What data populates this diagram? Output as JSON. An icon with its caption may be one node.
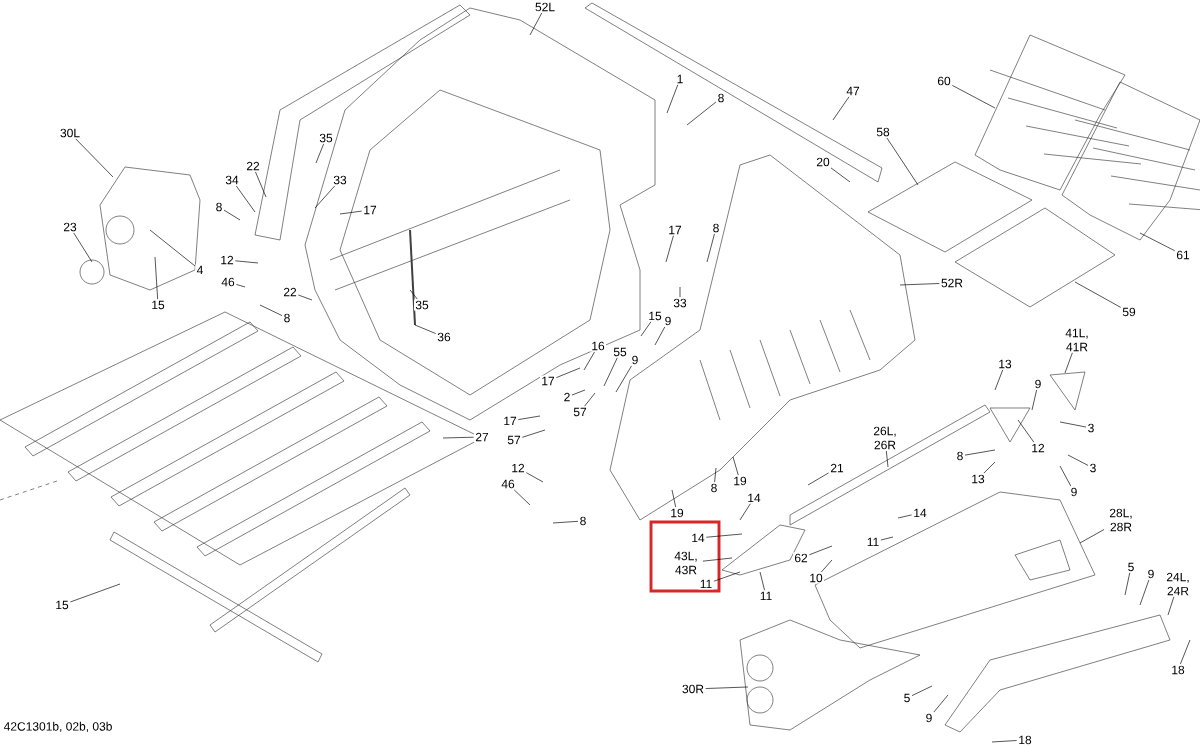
{
  "diagram": {
    "nodes": [
      {
        "text": [
          "52L"
        ]
      },
      {
        "text": [
          "1"
        ]
      },
      {
        "text": [
          "8"
        ]
      },
      {
        "text": [
          "47"
        ]
      },
      {
        "text": [
          "60"
        ]
      },
      {
        "text": [
          "58"
        ]
      },
      {
        "text": [
          "30L"
        ]
      },
      {
        "text": [
          "35"
        ]
      },
      {
        "text": [
          "20"
        ]
      },
      {
        "text": [
          "22"
        ]
      },
      {
        "text": [
          "34"
        ]
      },
      {
        "text": [
          "33"
        ]
      },
      {
        "text": [
          "8"
        ]
      },
      {
        "text": [
          "17"
        ]
      },
      {
        "text": [
          "23"
        ]
      },
      {
        "text": [
          "17"
        ]
      },
      {
        "text": [
          "8"
        ]
      },
      {
        "text": [
          "4"
        ]
      },
      {
        "text": [
          "61"
        ]
      },
      {
        "text": [
          "12"
        ]
      },
      {
        "text": [
          "46"
        ]
      },
      {
        "text": [
          "52R"
        ]
      },
      {
        "text": [
          "22"
        ]
      },
      {
        "text": [
          "33"
        ]
      },
      {
        "text": [
          "15"
        ]
      },
      {
        "text": [
          "35"
        ]
      },
      {
        "text": [
          "59"
        ]
      },
      {
        "text": [
          "8"
        ]
      },
      {
        "text": [
          "15"
        ]
      },
      {
        "text": [
          "9"
        ]
      },
      {
        "text": [
          "36"
        ]
      },
      {
        "text": [
          "41L, 41R"
        ]
      },
      {
        "text": [
          "16"
        ]
      },
      {
        "text": [
          "55"
        ]
      },
      {
        "text": [
          "9"
        ]
      },
      {
        "text": [
          "13"
        ]
      },
      {
        "text": [
          "17"
        ]
      },
      {
        "text": [
          "2"
        ]
      },
      {
        "text": [
          "9"
        ]
      },
      {
        "text": [
          "57"
        ]
      },
      {
        "text": [
          "17"
        ]
      },
      {
        "text": [
          "57"
        ]
      },
      {
        "text": [
          "27"
        ]
      },
      {
        "text": [
          "3"
        ]
      },
      {
        "text": [
          "26L, 26R"
        ]
      },
      {
        "text": [
          "12"
        ]
      },
      {
        "text": [
          "8"
        ]
      },
      {
        "text": [
          "12"
        ]
      },
      {
        "text": [
          "21"
        ]
      },
      {
        "text": [
          "8"
        ]
      },
      {
        "text": [
          "3"
        ]
      },
      {
        "text": [
          "46"
        ]
      },
      {
        "text": [
          "19"
        ]
      },
      {
        "text": [
          "13"
        ]
      },
      {
        "text": [
          "9"
        ]
      },
      {
        "text": [
          "8"
        ]
      },
      {
        "text": [
          "14"
        ]
      },
      {
        "text": [
          "19"
        ]
      },
      {
        "text": [
          "14"
        ]
      },
      {
        "text": [
          "28L, 28R"
        ]
      },
      {
        "text": [
          "14"
        ]
      },
      {
        "text": [
          "11"
        ]
      },
      {
        "text": [
          "62"
        ]
      },
      {
        "text": [
          "43L, 43R"
        ]
      },
      {
        "text": [
          "5"
        ]
      },
      {
        "text": [
          "10"
        ]
      },
      {
        "text": [
          "9"
        ]
      },
      {
        "text": [
          "11"
        ]
      },
      {
        "text": [
          "11"
        ]
      },
      {
        "text": [
          "24L, 24R"
        ]
      },
      {
        "text": [
          "15"
        ]
      },
      {
        "text": [
          "18"
        ]
      },
      {
        "text": [
          "30R"
        ]
      },
      {
        "text": [
          "5"
        ]
      },
      {
        "text": [
          "9"
        ]
      },
      {
        "text": [
          "18"
        ]
      }
    ],
    "edges": [
      {
        "from": 0,
        "to": null,
        "arrow": "none"
      },
      {
        "from": 1,
        "to": null,
        "arrow": "none"
      },
      {
        "from": 2,
        "to": null,
        "arrow": "none"
      },
      {
        "from": 3,
        "to": null,
        "arrow": "none"
      },
      {
        "from": 4,
        "to": null,
        "arrow": "none"
      },
      {
        "from": 5,
        "to": null,
        "arrow": "none"
      },
      {
        "from": 6,
        "to": null,
        "arrow": "none"
      },
      {
        "from": 7,
        "to": null,
        "arrow": "none"
      },
      {
        "from": 8,
        "to": null,
        "arrow": "none"
      },
      {
        "from": 9,
        "to": null,
        "arrow": "none"
      },
      {
        "from": 10,
        "to": null,
        "arrow": "none"
      },
      {
        "from": 11,
        "to": null,
        "arrow": "none"
      },
      {
        "from": 12,
        "to": null,
        "arrow": "none"
      },
      {
        "from": 13,
        "to": null,
        "arrow": "none"
      },
      {
        "from": 14,
        "to": null,
        "arrow": "none"
      },
      {
        "from": 15,
        "to": null,
        "arrow": "none"
      },
      {
        "from": 16,
        "to": null,
        "arrow": "none"
      },
      {
        "from": 17,
        "to": null,
        "arrow": "none"
      },
      {
        "from": 18,
        "to": null,
        "arrow": "none"
      },
      {
        "from": 19,
        "to": null,
        "arrow": "none"
      },
      {
        "from": 20,
        "to": null,
        "arrow": "none"
      },
      {
        "from": 21,
        "to": null,
        "arrow": "none"
      },
      {
        "from": 22,
        "to": null,
        "arrow": "none"
      },
      {
        "from": 23,
        "to": null,
        "arrow": "none"
      },
      {
        "from": 24,
        "to": null,
        "arrow": "none"
      },
      {
        "from": 25,
        "to": null,
        "arrow": "none"
      },
      {
        "from": 26,
        "to": null,
        "arrow": "none"
      },
      {
        "from": 27,
        "to": null,
        "arrow": "none"
      },
      {
        "from": 28,
        "to": null,
        "arrow": "none"
      },
      {
        "from": 29,
        "to": null,
        "arrow": "none"
      },
      {
        "from": 30,
        "to": null,
        "arrow": "none"
      },
      {
        "from": 31,
        "to": null,
        "arrow": "none"
      },
      {
        "from": 32,
        "to": null,
        "arrow": "none"
      },
      {
        "from": 33,
        "to": null,
        "arrow": "none"
      },
      {
        "from": 34,
        "to": null,
        "arrow": "none"
      },
      {
        "from": 35,
        "to": null,
        "arrow": "none"
      },
      {
        "from": 36,
        "to": null,
        "arrow": "none"
      },
      {
        "from": 37,
        "to": null,
        "arrow": "none"
      },
      {
        "from": 38,
        "to": null,
        "arrow": "none"
      },
      {
        "from": 39,
        "to": null,
        "arrow": "none"
      },
      {
        "from": 40,
        "to": null,
        "arrow": "none"
      },
      {
        "from": 41,
        "to": null,
        "arrow": "none"
      },
      {
        "from": 42,
        "to": null,
        "arrow": "none"
      },
      {
        "from": 43,
        "to": null,
        "arrow": "none"
      },
      {
        "from": 44,
        "to": null,
        "arrow": "none"
      },
      {
        "from": 45,
        "to": null,
        "arrow": "none"
      },
      {
        "from": 46,
        "to": null,
        "arrow": "none"
      },
      {
        "from": 47,
        "to": null,
        "arrow": "none"
      },
      {
        "from": 48,
        "to": null,
        "arrow": "none"
      },
      {
        "from": 49,
        "to": null,
        "arrow": "none"
      },
      {
        "from": 50,
        "to": null,
        "arrow": "none"
      },
      {
        "from": 51,
        "to": null,
        "arrow": "none"
      },
      {
        "from": 52,
        "to": null,
        "arrow": "none"
      },
      {
        "from": 53,
        "to": null,
        "arrow": "none"
      },
      {
        "from": 54,
        "to": null,
        "arrow": "none"
      },
      {
        "from": 55,
        "to": null,
        "arrow": "none"
      },
      {
        "from": 56,
        "to": null,
        "arrow": "none"
      },
      {
        "from": 57,
        "to": null,
        "arrow": "none"
      },
      {
        "from": 58,
        "to": null,
        "arrow": "none"
      },
      {
        "from": 59,
        "to": null,
        "arrow": "none"
      },
      {
        "from": 60,
        "to": null,
        "arrow": "none"
      },
      {
        "from": 61,
        "to": null,
        "arrow": "none"
      },
      {
        "from": 62,
        "to": null,
        "arrow": "none"
      },
      {
        "from": 63,
        "to": null,
        "arrow": "none"
      },
      {
        "from": 64,
        "to": null,
        "arrow": "none"
      },
      {
        "from": 65,
        "to": null,
        "arrow": "none"
      },
      {
        "from": 66,
        "to": null,
        "arrow": "none"
      },
      {
        "from": 67,
        "to": null,
        "arrow": "none"
      },
      {
        "from": 68,
        "to": null,
        "arrow": "none"
      },
      {
        "from": 69,
        "to": null,
        "arrow": "none"
      },
      {
        "from": 70,
        "to": null,
        "arrow": "none"
      },
      {
        "from": 71,
        "to": null,
        "arrow": "none"
      },
      {
        "from": 72,
        "to": null,
        "arrow": "none"
      },
      {
        "from": 73,
        "to": null,
        "arrow": "none"
      },
      {
        "from": 74,
        "to": null,
        "arrow": "none"
      },
      {
        "from": 75,
        "to": null,
        "arrow": "none"
      }
    ],
    "labels": [
      "42C1301b, 02b, 03b"
    ]
  }
}
